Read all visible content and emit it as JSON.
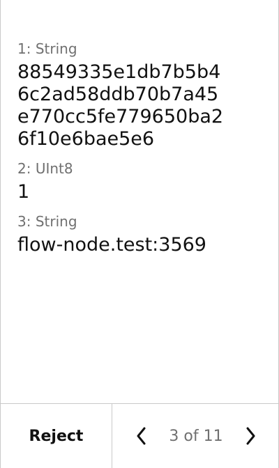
{
  "fields": [
    {
      "label": "1: String",
      "value": "88549335e1db7b5b4\n6c2ad58ddb70b7a45\ne770cc5fe779650ba2\n6f10e6bae5e6"
    },
    {
      "label": "2: UInt8",
      "value": "1"
    },
    {
      "label": "3: String",
      "value": "flow-node.test:3569"
    }
  ],
  "footer": {
    "reject_label": "Reject",
    "page_indicator": "3 of 11",
    "prev_icon": "chevron-left-icon",
    "next_icon": "chevron-right-icon"
  },
  "colors": {
    "text": "#111111",
    "label": "#707070",
    "divider": "#c9c9c9",
    "background": "#ffffff"
  }
}
